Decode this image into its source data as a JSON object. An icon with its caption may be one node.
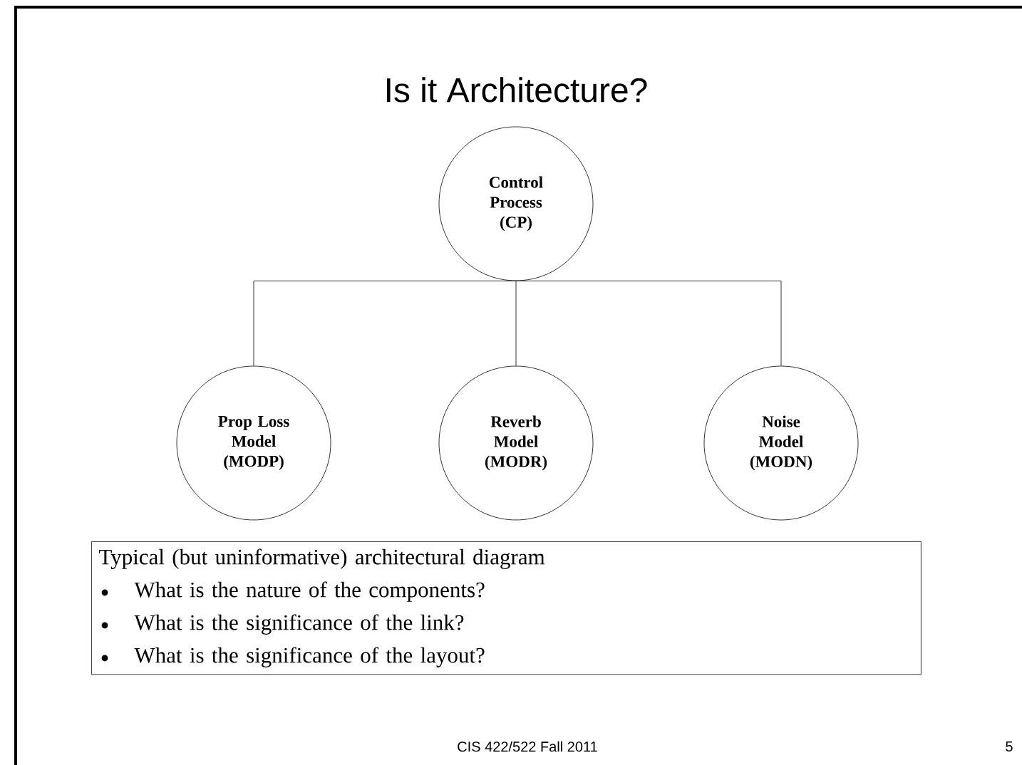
{
  "diagram": {
    "title": "Is it Architecture?",
    "nodes": [
      {
        "text": [
          "Control Process (CP)"
        ]
      },
      {
        "text": [
          "Prop Loss Model (MODP)"
        ]
      },
      {
        "text": [
          "Reverb Model (MODR)"
        ]
      },
      {
        "text": [
          "Noise Model (MODN)"
        ]
      },
      {
        "text": [
          "Typical (but uninformative) architectural diagram",
          "What is the nature of the components?",
          "What is the significance of the link?",
          "What is the significance of the layout?"
        ]
      }
    ],
    "edges": [
      {
        "from": 0,
        "to": 1,
        "arrow": "none"
      },
      {
        "from": 0,
        "to": 2,
        "arrow": "none"
      },
      {
        "from": 0,
        "to": 3,
        "arrow": "none"
      }
    ],
    "labels": [
      "CIS 422/522 Fall 2011",
      "5"
    ]
  }
}
